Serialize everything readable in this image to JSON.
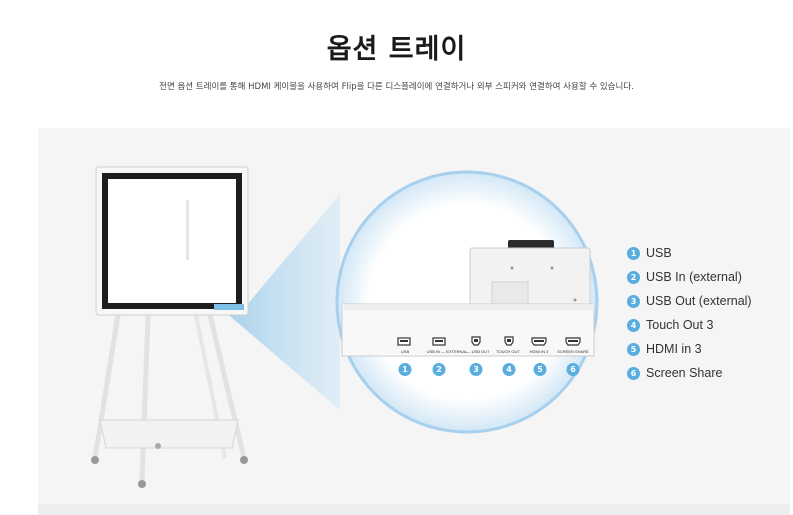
{
  "header": {
    "title": "옵션 트레이",
    "description": "전면 옵션 트레이를 통해 HDMI 케이블을 사용하여 Flip을 다른 디스플레이에 연결하거나 외부 스피커와 연결하여 사용할 수 있습니다."
  },
  "ports": [
    {
      "num": "1",
      "label": "USB",
      "icon": "usb-a-port-icon"
    },
    {
      "num": "2",
      "label": "USB IN — EXTERNAL",
      "icon": "usb-a-port-icon"
    },
    {
      "num": "3",
      "label": "— USB OUT",
      "icon": "usb-b-port-icon"
    },
    {
      "num": "4",
      "label": "TOUCH OUT",
      "icon": "usb-b-port-icon"
    },
    {
      "num": "5",
      "label": "HDMI IN 3",
      "icon": "hdmi-port-icon"
    },
    {
      "num": "6",
      "label": "SCREEN SHARE",
      "icon": "hdmi-port-icon"
    }
  ],
  "legend": [
    {
      "num": "1",
      "label": "USB"
    },
    {
      "num": "2",
      "label": "USB In (external)"
    },
    {
      "num": "3",
      "label": "USB Out (external)"
    },
    {
      "num": "4",
      "label": "Touch Out 3"
    },
    {
      "num": "5",
      "label": "HDMI in 3"
    },
    {
      "num": "6",
      "label": "Screen Share"
    }
  ],
  "colors": {
    "accent": "#5aaede",
    "zoom_fill": "#cfe5f5",
    "stage_background": "#f5f5f5"
  }
}
